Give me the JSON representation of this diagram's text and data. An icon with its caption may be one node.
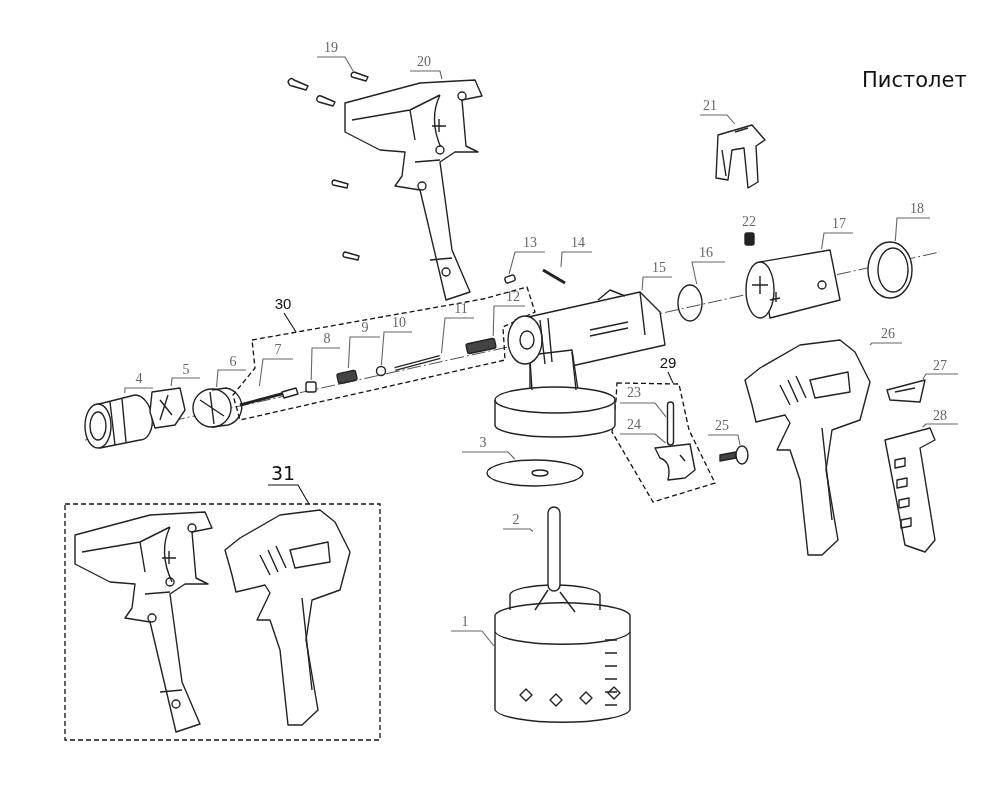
{
  "diagram": {
    "title": "Пистолет",
    "nodes": [
      {
        "text": [
          "1"
        ]
      },
      {
        "text": [
          "2"
        ]
      },
      {
        "text": [
          "3"
        ]
      },
      {
        "text": [
          "4"
        ]
      },
      {
        "text": [
          "5"
        ]
      },
      {
        "text": [
          "6"
        ]
      },
      {
        "text": [
          "7"
        ],
        "in": 31
      },
      {
        "text": [
          "8"
        ],
        "in": 31
      },
      {
        "text": [
          "9"
        ],
        "in": 31
      },
      {
        "text": [
          "10"
        ],
        "in": 31
      },
      {
        "text": [
          "11"
        ],
        "in": 31
      },
      {
        "text": [
          "12"
        ]
      },
      {
        "text": [
          "13"
        ]
      },
      {
        "text": [
          "14"
        ]
      },
      {
        "text": [
          "15"
        ]
      },
      {
        "text": [
          "16"
        ]
      },
      {
        "text": [
          "17"
        ]
      },
      {
        "text": [
          "18"
        ]
      },
      {
        "text": [
          "19"
        ]
      },
      {
        "text": [
          "20"
        ]
      },
      {
        "text": [
          "21"
        ]
      },
      {
        "text": [
          "23"
        ]
      },
      {
        "text": [
          "24"
        ]
      },
      {
        "text": [
          "25"
        ]
      },
      {
        "text": [
          "26"
        ]
      },
      {
        "text": [
          "27"
        ]
      },
      {
        "text": [
          "28"
        ]
      },
      {
        "text": [
          "29"
        ]
      },
      {
        "text": [
          "30"
        ]
      },
      {
        "text": [
          "31"
        ]
      },
      {
        "text": [],
        "shape": "box"
      },
      {
        "text": [],
        "shape": "box"
      },
      {
        "text": [],
        "shape": "box"
      },
      {
        "text": [],
        "shape": "picture",
        "in": 31
      },
      {
        "text": [],
        "shape": "box",
        "in": 31
      },
      {
        "text": [],
        "shape": "box",
        "in": 31
      },
      {
        "text": [],
        "shape": "circle",
        "in": 31
      },
      {
        "text": [],
        "shape": "picture",
        "in": 31
      },
      {
        "text": [],
        "shape": "box",
        "in": 31
      },
      {
        "text": [],
        "shape": "picture"
      },
      {
        "text": [],
        "shape": "circle"
      },
      {
        "text": [],
        "shape": "picture"
      },
      {
        "text": [],
        "shape": "bar"
      },
      {
        "text": [],
        "shape": "circle"
      },
      {
        "text": [],
        "shape": "picture"
      },
      {
        "text": [],
        "shape": "picture"
      },
      {
        "text": [],
        "shape": "circle"
      },
      {
        "text": [],
        "shape": "box"
      },
      {
        "text": [],
        "shape": "picture"
      },
      {
        "text": [],
        "shape": "picture"
      },
      {
        "text": [],
        "shape": "circle"
      },
      {
        "text": [],
        "shape": "picture"
      },
      {
        "text": [],
        "shape": "picture"
      },
      {
        "text": [],
        "shape": "picture"
      },
      {
        "text": [],
        "shape": "bar",
        "in": 30
      },
      {
        "text": [],
        "shape": "picture",
        "in": 30
      },
      {
        "text": [],
        "shape": "picture"
      },
      {
        "text": [],
        "shape": "picture"
      },
      {
        "text": [],
        "shape": "picture"
      },
      {
        "text": [],
        "shape": "picture"
      }
    ],
    "edges": [
      {
        "from": 0,
        "to": 41,
        "arrow": "none"
      },
      {
        "from": 1,
        "to": 42,
        "arrow": "none"
      },
      {
        "from": 2,
        "to": 43,
        "arrow": "none"
      },
      {
        "from": 3,
        "to": 44,
        "arrow": "none"
      },
      {
        "from": 4,
        "to": 45,
        "arrow": "none"
      },
      {
        "from": 5,
        "to": 46,
        "arrow": "none"
      },
      {
        "from": 6,
        "to": 33,
        "arrow": "none"
      },
      {
        "from": 7,
        "to": 34,
        "arrow": "none"
      },
      {
        "from": 8,
        "to": 35,
        "arrow": "none"
      },
      {
        "from": 9,
        "to": 36,
        "arrow": "none"
      },
      {
        "from": 10,
        "to": 37,
        "arrow": "none"
      },
      {
        "from": 11,
        "to": 38,
        "arrow": "none"
      },
      {
        "from": 12,
        "to": 47,
        "arrow": "none"
      },
      {
        "from": 13,
        "to": 39,
        "arrow": "none"
      },
      {
        "from": 14,
        "to": 48,
        "arrow": "none"
      },
      {
        "from": 15,
        "to": 40,
        "arrow": "none"
      },
      {
        "from": 16,
        "to": 49,
        "arrow": "none"
      },
      {
        "from": 17,
        "to": 50,
        "arrow": "none"
      },
      {
        "from": 18,
        "to": 51,
        "arrow": "none"
      },
      {
        "from": 19,
        "to": 52,
        "arrow": "none"
      },
      {
        "from": 20,
        "to": 53,
        "arrow": "none"
      },
      {
        "from": 21,
        "to": 54,
        "arrow": "none"
      },
      {
        "from": 22,
        "to": 55,
        "arrow": "none"
      },
      {
        "from": 23,
        "to": 56,
        "arrow": "none"
      },
      {
        "from": 24,
        "to": 57,
        "arrow": "none"
      },
      {
        "from": 25,
        "to": 58,
        "arrow": "none"
      },
      {
        "from": 26,
        "to": 59,
        "arrow": "none"
      },
      {
        "from": 27,
        "to": 30,
        "arrow": "none"
      },
      {
        "from": 28,
        "to": 31,
        "arrow": "none"
      },
      {
        "from": 29,
        "to": 32,
        "arrow": "none"
      }
    ],
    "labels": [
      "22"
    ]
  }
}
